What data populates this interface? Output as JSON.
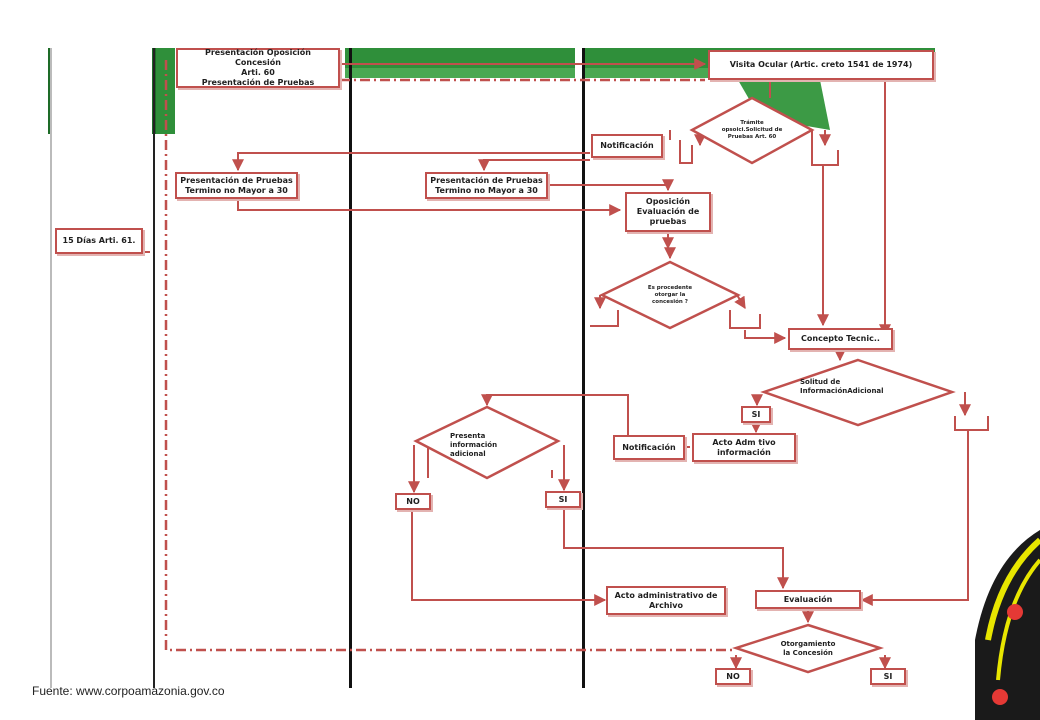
{
  "diagram": {
    "boxes": {
      "presentacion_oposicion": "Presentación Oposición Concesión\nArti. 60\nPresentación de Pruebas",
      "visita_ocular": "Visita Ocular (Artic.      creto 1541 de 1974)",
      "notificacion_1": "Notificación",
      "pruebas_1": "Presentación de Pruebas\nTermino no Mayor a 30",
      "pruebas_2": "Presentación de Pruebas\nTermino no Mayor a 30",
      "oposicion_eval": "Oposición\nEvaluación de\npruebas",
      "dias_61": "15 Días Arti. 61.",
      "concepto_tecnico": "Concepto Tecnic..",
      "si_1": "SI",
      "acto_adm_info": "Acto Adm       tivo\ninformación",
      "notificacion_2": "Notificación",
      "no_1": "NO",
      "si_2": "SI",
      "acto_archivo": "Acto administrativo de\nArchivo",
      "evaluacion": "Evaluación",
      "no_2": "NO",
      "si_3": "SI"
    },
    "decisions": {
      "tramite": "Trámite\nopsoici.Solicitud de\nPruebas Art. 60",
      "procedente": "Es procedente\notorgar la\nconcesión ?",
      "solicitud_info": "Solitud de\nInformaciónAdicional",
      "presenta_info": "Presenta\ninformación\nadicional",
      "otorgamiento": "Otorgamiento\nla Concesión"
    }
  },
  "caption": "Fuente: www.corpoamazonia.gov.co",
  "colors": {
    "stroke": "#c0504d",
    "lane": "#111111",
    "accent": "#2f8f3a"
  }
}
